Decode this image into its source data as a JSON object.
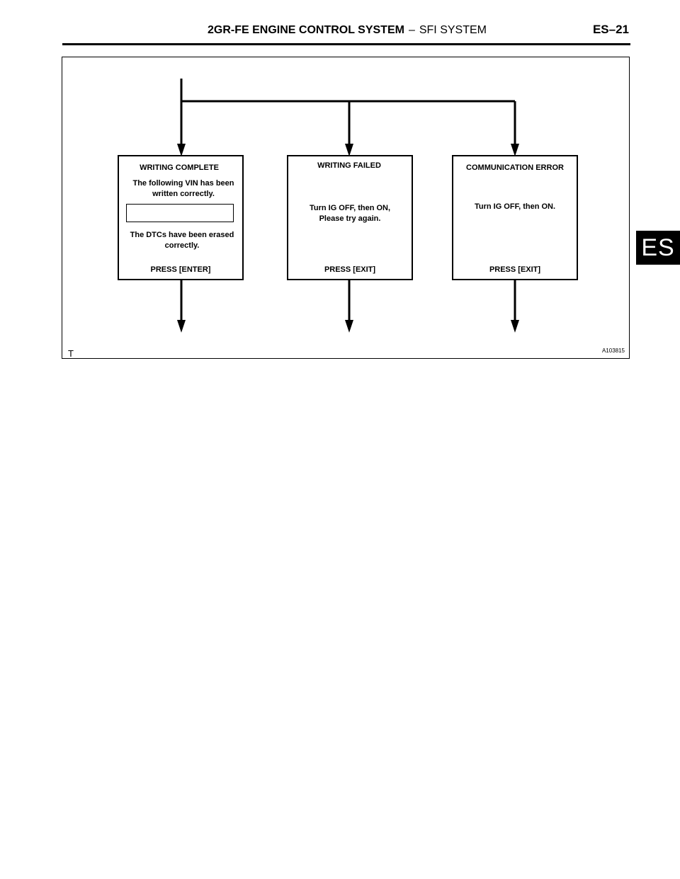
{
  "header": {
    "title_bold": "2GR-FE ENGINE CONTROL SYSTEM",
    "separator": "–",
    "title_normal": "SFI SYSTEM",
    "page": "ES–21"
  },
  "side_tab": "ES",
  "figure": {
    "boxes": [
      {
        "title": "WRITING COMPLETE",
        "line1": "The following VIN has been",
        "line2": "written correctly.",
        "line3": "The DTCs have been erased",
        "line4": "correctly.",
        "footer": "PRESS [ENTER]"
      },
      {
        "title": "WRITING  FAILED",
        "line1": "Turn IG OFF, then ON,",
        "line2": "Please try again.",
        "footer": "PRESS [EXIT]"
      },
      {
        "title": "COMMUNICATION ERROR",
        "line1": "Turn IG OFF, then ON.",
        "footer": "PRESS [EXIT]"
      }
    ],
    "corner_letter": "T",
    "figure_id": "A103815"
  }
}
